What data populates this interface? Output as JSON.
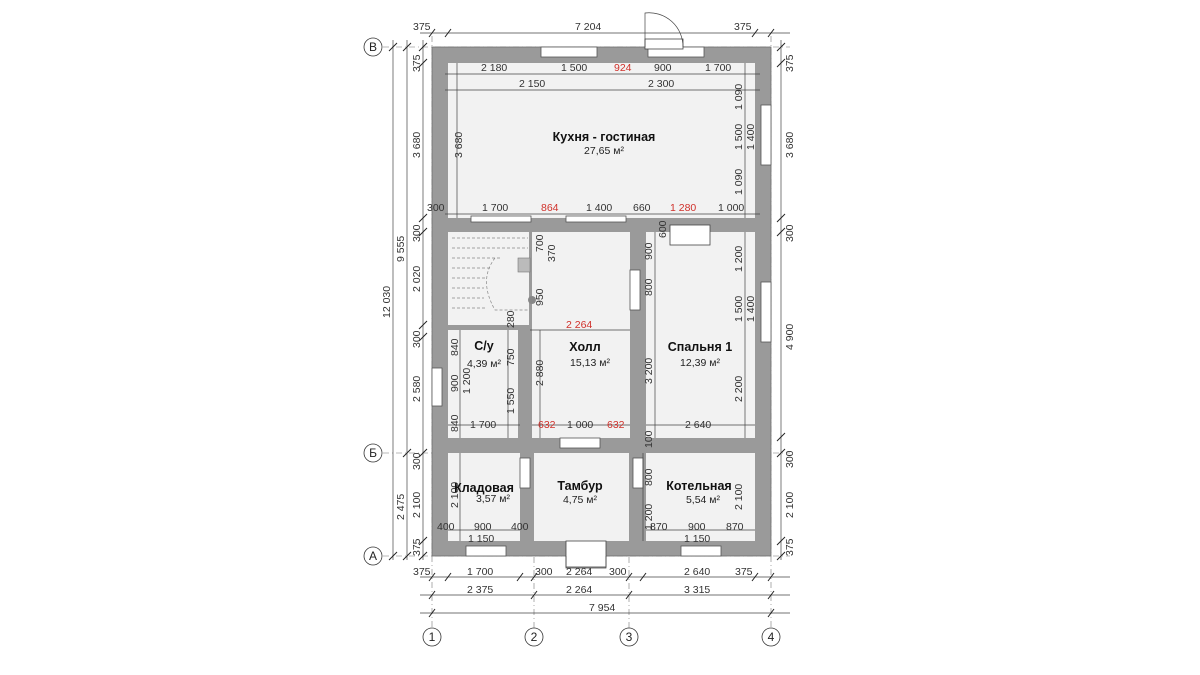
{
  "rooms": {
    "kitchen": {
      "name": "Кухня - гостиная",
      "area": "27,65 м²"
    },
    "bathroom": {
      "name": "С/у",
      "area": "4,39 м²"
    },
    "hall": {
      "name": "Холл",
      "area": "15,13 м²"
    },
    "bedroom": {
      "name": "Спальня 1",
      "area": "12,39 м²"
    },
    "pantry": {
      "name": "Кладовая",
      "area": "3,57 м²"
    },
    "vestibule": {
      "name": "Тамбур",
      "area": "4,75 м²"
    },
    "boiler": {
      "name": "Котельная",
      "area": "5,54 м²"
    }
  },
  "axes": {
    "rows": [
      "В",
      "Б",
      "А"
    ],
    "cols": [
      "1",
      "2",
      "3",
      "4"
    ]
  },
  "dims": {
    "top_left": "375",
    "top_mid": "7 204",
    "top_right": "375",
    "k1": "2 180",
    "k2": "1 500",
    "k3": "924",
    "k4": "900",
    "k5": "1 700",
    "k6": "2 150",
    "k7": "2 300",
    "kb1": "300",
    "kb2": "1 700",
    "kb3": "864",
    "kb4": "1 400",
    "kb5": "660",
    "kb6": "1 280",
    "kb7": "1 000",
    "hall_w": "2 264",
    "bath_w": "1 700",
    "hall_b1": "632",
    "hall_b2": "1 000",
    "hall_b3": "632",
    "bed_w": "2 640",
    "p1": "400",
    "p2": "900",
    "p3": "400",
    "p4": "1 150",
    "b1": "870",
    "b2": "900",
    "b3": "870",
    "b4": "1 150",
    "bot1_a": "375",
    "bot1_b": "1 700",
    "bot1_c": "300",
    "bot1_d": "2 264",
    "bot1_e": "300",
    "bot1_f": "2 640",
    "bot1_g": "375",
    "bot2_a": "2 375",
    "bot2_b": "2 264",
    "bot2_c": "3 315",
    "bot3": "7 954",
    "l_total": "12 030",
    "l_sub": "9 555",
    "l_sub2": "2 475",
    "l1": "375",
    "l2": "3 680",
    "l3": "300",
    "l4": "2 020",
    "l5": "300",
    "l6": "2 580",
    "l7": "300",
    "l8": "2 100",
    "l9": "375",
    "kin_l": "3 680",
    "r1": "375",
    "r2": "3 680",
    "r3": "300",
    "r4": "4 900",
    "r5": "300",
    "r6": "2 100",
    "r7": "375",
    "kr1": "1 090",
    "kr2": "1 500",
    "kr3": "1 400",
    "kr4": "1 090",
    "br1": "1 200",
    "br2": "1 500",
    "br3": "1 400",
    "br4": "2 200",
    "st1": "700",
    "st2": "370",
    "st3": "950",
    "st4": "280",
    "bv1": "840",
    "bv2": "750",
    "bv3": "900",
    "bv4": "1 200",
    "bv5": "1 550",
    "bv6": "840",
    "hv1": "2 880",
    "hv2": "3 200",
    "hv3": "600",
    "hv4": "900",
    "hv5": "800",
    "hv6": "100",
    "pv1": "2 100",
    "vv1": "800",
    "vv2": "1 200",
    "kv1": "2 100"
  }
}
